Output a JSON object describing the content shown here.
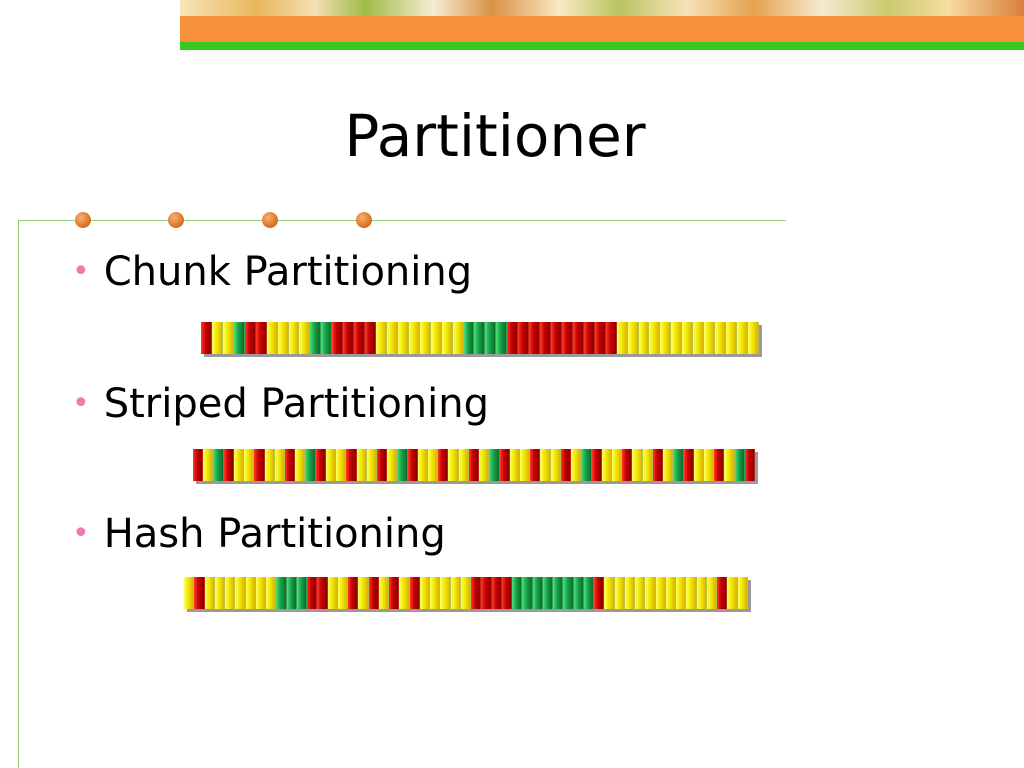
{
  "slide": {
    "title": "Partitioner"
  },
  "bullets": [
    {
      "text": "Chunk Partitioning",
      "strip": "RYYGRRYYYYGGRRRRYYYYYYYYGGGGRRRRRRRRRRYYYYYYYYYYYYY"
    },
    {
      "text": "Striped Partitioning",
      "strip": "RYGRYYRYYRYGRYYRYYRYGRYYRYYRYGRYYRYYRYGRYYRYYRYGRYYRYGR"
    },
    {
      "text": "Hash Partitioning",
      "strip": "YRYYYYYYYGGGRRYYRYRYRYRYYYYYRRRRGGGGGGGGRYYYYYYYYYYYRYY"
    }
  ],
  "colors": {
    "R": "red",
    "Y": "yellow",
    "O": "orange",
    "G": "green",
    "bullet_mark": "#f07ab2",
    "accent_orange": "#f7903a",
    "accent_green": "#38c91e"
  },
  "icons": {
    "bullet": "•",
    "decor_dots": "orange-dot-icon"
  }
}
